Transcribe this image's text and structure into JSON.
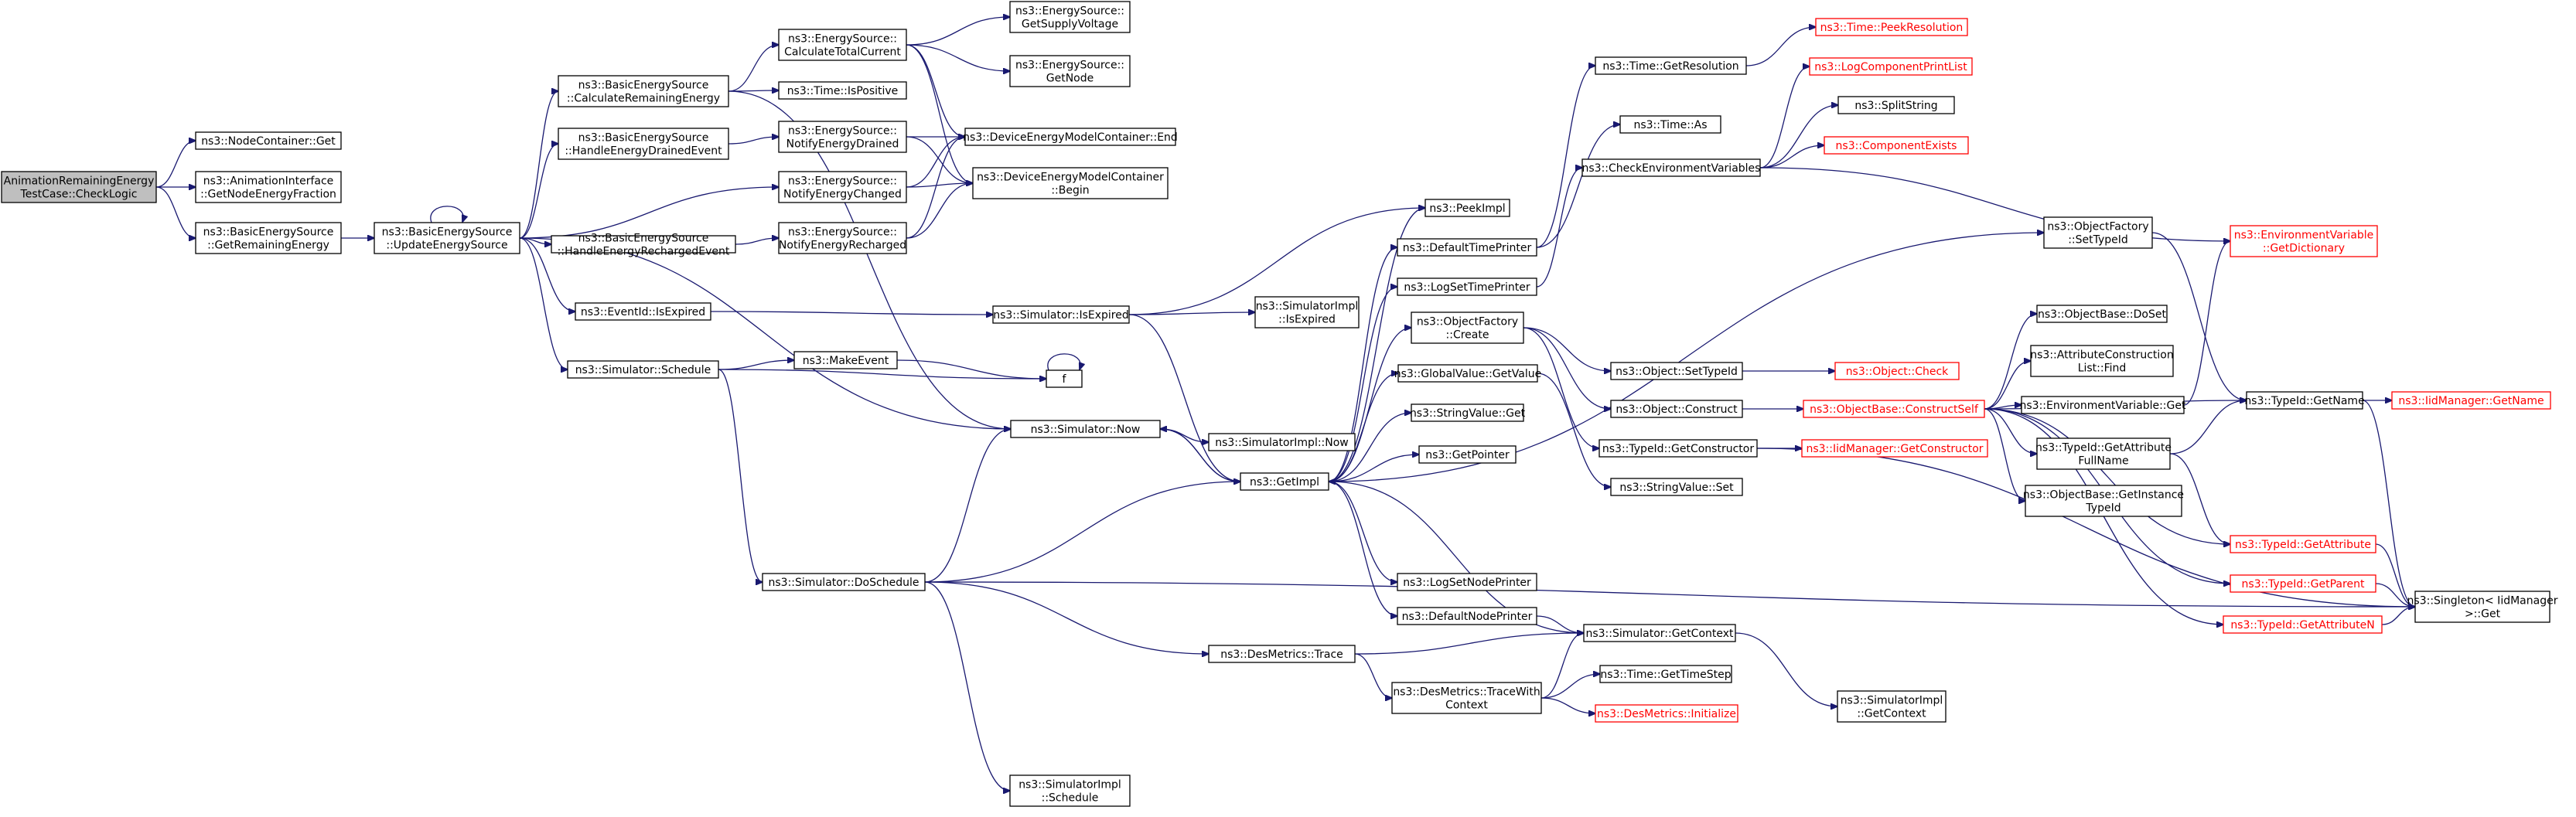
{
  "graph": {
    "root": "AnimationRemainingEnergyTestCase::CheckLogic",
    "nodes": [
      {
        "id": "root",
        "lines": [
          "AnimationRemainingEnergy",
          "TestCase::CheckLogic"
        ],
        "style": "root"
      },
      {
        "id": "nodecontainer_get",
        "lines": [
          "ns3::NodeContainer::Get"
        ],
        "style": "normal"
      },
      {
        "id": "anim_getnodeenergyfraction",
        "lines": [
          "ns3::AnimationInterface",
          "::GetNodeEnergyFraction"
        ],
        "style": "normal"
      },
      {
        "id": "bes_getremainingenergy",
        "lines": [
          "ns3::BasicEnergySource",
          "::GetRemainingEnergy"
        ],
        "style": "normal"
      },
      {
        "id": "bes_updateenergysource",
        "lines": [
          "ns3::BasicEnergySource",
          "::UpdateEnergySource"
        ],
        "style": "normal"
      },
      {
        "id": "bes_calcremaining",
        "lines": [
          "ns3::BasicEnergySource",
          "::CalculateRemainingEnergy"
        ],
        "style": "normal"
      },
      {
        "id": "bes_handledrained",
        "lines": [
          "ns3::BasicEnergySource",
          "::HandleEnergyDrainedEvent"
        ],
        "style": "normal"
      },
      {
        "id": "bes_handlerecharged",
        "lines": [
          "ns3::BasicEnergySource",
          "::HandleEnergyRechargedEvent"
        ],
        "style": "normal"
      },
      {
        "id": "eventid_isexpired",
        "lines": [
          "ns3::EventId::IsExpired"
        ],
        "style": "normal"
      },
      {
        "id": "sim_schedule",
        "lines": [
          "ns3::Simulator::Schedule"
        ],
        "style": "normal"
      },
      {
        "id": "es_calctotalcurrent",
        "lines": [
          "ns3::EnergySource::",
          "CalculateTotalCurrent"
        ],
        "style": "normal"
      },
      {
        "id": "time_ispositive",
        "lines": [
          "ns3::Time::IsPositive"
        ],
        "style": "normal"
      },
      {
        "id": "es_notifydrained",
        "lines": [
          "ns3::EnergySource::",
          "NotifyEnergyDrained"
        ],
        "style": "normal"
      },
      {
        "id": "es_notifychanged",
        "lines": [
          "ns3::EnergySource::",
          "NotifyEnergyChanged"
        ],
        "style": "normal"
      },
      {
        "id": "es_notifyrecharged",
        "lines": [
          "ns3::EnergySource::",
          "NotifyEnergyRecharged"
        ],
        "style": "normal"
      },
      {
        "id": "es_getsupplyvoltage",
        "lines": [
          "ns3::EnergySource::",
          "GetSupplyVoltage"
        ],
        "style": "normal"
      },
      {
        "id": "es_getnode",
        "lines": [
          "ns3::EnergySource::",
          "GetNode"
        ],
        "style": "normal"
      },
      {
        "id": "demc_end",
        "lines": [
          "ns3::DeviceEnergyModelContainer::End"
        ],
        "style": "normal"
      },
      {
        "id": "demc_begin",
        "lines": [
          "ns3::DeviceEnergyModelContainer",
          "::Begin"
        ],
        "style": "normal"
      },
      {
        "id": "make_event",
        "lines": [
          "ns3::MakeEvent"
        ],
        "style": "normal"
      },
      {
        "id": "f",
        "lines": [
          "f"
        ],
        "style": "normal"
      },
      {
        "id": "sim_isexpired",
        "lines": [
          "ns3::Simulator::IsExpired"
        ],
        "style": "normal"
      },
      {
        "id": "simimpl_isexpired",
        "lines": [
          "ns3::SimulatorImpl",
          "::IsExpired"
        ],
        "style": "normal"
      },
      {
        "id": "simimpl_now",
        "lines": [
          "ns3::SimulatorImpl::Now"
        ],
        "style": "normal"
      },
      {
        "id": "sim_now",
        "lines": [
          "ns3::Simulator::Now"
        ],
        "style": "normal"
      },
      {
        "id": "getimpl",
        "lines": [
          "ns3::GetImpl"
        ],
        "style": "normal"
      },
      {
        "id": "sim_doschedule",
        "lines": [
          "ns3::Simulator::DoSchedule"
        ],
        "style": "normal"
      },
      {
        "id": "desmetrics_trace",
        "lines": [
          "ns3::DesMetrics::Trace"
        ],
        "style": "normal"
      },
      {
        "id": "desmetrics_tracewithcontext",
        "lines": [
          "ns3::DesMetrics::TraceWith",
          "Context"
        ],
        "style": "normal"
      },
      {
        "id": "simimpl_schedule",
        "lines": [
          "ns3::SimulatorImpl",
          "::Schedule"
        ],
        "style": "normal"
      },
      {
        "id": "peekimpl",
        "lines": [
          "ns3::PeekImpl"
        ],
        "style": "normal"
      },
      {
        "id": "defaulttimeprinter",
        "lines": [
          "ns3::DefaultTimePrinter"
        ],
        "style": "normal"
      },
      {
        "id": "logsettimeprinter",
        "lines": [
          "ns3::LogSetTimePrinter"
        ],
        "style": "normal"
      },
      {
        "id": "objectfactory_create",
        "lines": [
          "ns3::ObjectFactory",
          "::Create"
        ],
        "style": "normal"
      },
      {
        "id": "globalvalue_getvalue",
        "lines": [
          "ns3::GlobalValue::GetValue"
        ],
        "style": "normal"
      },
      {
        "id": "stringvalue_get",
        "lines": [
          "ns3::StringValue::Get"
        ],
        "style": "normal"
      },
      {
        "id": "getpointer",
        "lines": [
          "ns3::GetPointer"
        ],
        "style": "normal"
      },
      {
        "id": "logsetnodeprinter",
        "lines": [
          "ns3::LogSetNodePrinter"
        ],
        "style": "normal"
      },
      {
        "id": "defaultnodeprinter",
        "lines": [
          "ns3::DefaultNodePrinter"
        ],
        "style": "normal"
      },
      {
        "id": "sim_getcontext",
        "lines": [
          "ns3::Simulator::GetContext"
        ],
        "style": "normal"
      },
      {
        "id": "time_gettimestep",
        "lines": [
          "ns3::Time::GetTimeStep"
        ],
        "style": "normal"
      },
      {
        "id": "desmetrics_initialize",
        "lines": [
          "ns3::DesMetrics::Initialize"
        ],
        "style": "external"
      },
      {
        "id": "simimpl_getcontext",
        "lines": [
          "ns3::SimulatorImpl",
          "::GetContext"
        ],
        "style": "normal"
      },
      {
        "id": "time_getresolution",
        "lines": [
          "ns3::Time::GetResolution"
        ],
        "style": "normal"
      },
      {
        "id": "time_as",
        "lines": [
          "ns3::Time::As"
        ],
        "style": "normal"
      },
      {
        "id": "checkenvvars",
        "lines": [
          "ns3::CheckEnvironmentVariables"
        ],
        "style": "normal"
      },
      {
        "id": "object_settypeid",
        "lines": [
          "ns3::Object::SetTypeId"
        ],
        "style": "normal"
      },
      {
        "id": "object_construct",
        "lines": [
          "ns3::Object::Construct"
        ],
        "style": "normal"
      },
      {
        "id": "typeid_getconstructor",
        "lines": [
          "ns3::TypeId::GetConstructor"
        ],
        "style": "normal"
      },
      {
        "id": "stringvalue_set",
        "lines": [
          "ns3::StringValue::Set"
        ],
        "style": "normal"
      },
      {
        "id": "time_peekresolution",
        "lines": [
          "ns3::Time::PeekResolution"
        ],
        "style": "external"
      },
      {
        "id": "logcomponentprintlist",
        "lines": [
          "ns3::LogComponentPrintList"
        ],
        "style": "external"
      },
      {
        "id": "splitstring",
        "lines": [
          "ns3::SplitString"
        ],
        "style": "normal"
      },
      {
        "id": "componentexists",
        "lines": [
          "ns3::ComponentExists"
        ],
        "style": "external"
      },
      {
        "id": "object_check",
        "lines": [
          "ns3::Object::Check"
        ],
        "style": "external"
      },
      {
        "id": "objectbase_constructself",
        "lines": [
          "ns3::ObjectBase::ConstructSelf"
        ],
        "style": "external"
      },
      {
        "id": "iidmanager_getconstructor",
        "lines": [
          "ns3::IidManager::GetConstructor"
        ],
        "style": "external"
      },
      {
        "id": "objectfactory_settypeid",
        "lines": [
          "ns3::ObjectFactory",
          "::SetTypeId"
        ],
        "style": "normal"
      },
      {
        "id": "objectbase_doset",
        "lines": [
          "ns3::ObjectBase::DoSet"
        ],
        "style": "normal"
      },
      {
        "id": "attrconstructionlist_find",
        "lines": [
          "ns3::AttributeConstruction",
          "List::Find"
        ],
        "style": "normal"
      },
      {
        "id": "envvar_get",
        "lines": [
          "ns3::EnvironmentVariable::Get"
        ],
        "style": "normal"
      },
      {
        "id": "typeid_getattributefullname",
        "lines": [
          "ns3::TypeId::GetAttribute",
          "FullName"
        ],
        "style": "normal"
      },
      {
        "id": "objectbase_getinstancetypeid",
        "lines": [
          "ns3::ObjectBase::GetInstance",
          "TypeId"
        ],
        "style": "normal"
      },
      {
        "id": "typeid_getattribute",
        "lines": [
          "ns3::TypeId::GetAttribute"
        ],
        "style": "external"
      },
      {
        "id": "typeid_getparent",
        "lines": [
          "ns3::TypeId::GetParent"
        ],
        "style": "external"
      },
      {
        "id": "typeid_getattributen",
        "lines": [
          "ns3::TypeId::GetAttributeN"
        ],
        "style": "external"
      },
      {
        "id": "envvar_getdictionary",
        "lines": [
          "ns3::EnvironmentVariable",
          "::GetDictionary"
        ],
        "style": "external"
      },
      {
        "id": "typeid_getname",
        "lines": [
          "ns3::TypeId::GetName"
        ],
        "style": "normal"
      },
      {
        "id": "iidmanager_getname",
        "lines": [
          "ns3::IidManager::GetName"
        ],
        "style": "external"
      },
      {
        "id": "singleton_get",
        "lines": [
          "ns3::Singleton< IidManager",
          " >::Get"
        ],
        "style": "normal"
      }
    ],
    "edges": [
      [
        "root",
        "nodecontainer_get"
      ],
      [
        "root",
        "anim_getnodeenergyfraction"
      ],
      [
        "root",
        "bes_getremainingenergy"
      ],
      [
        "bes_getremainingenergy",
        "bes_updateenergysource"
      ],
      [
        "bes_updateenergysource",
        "bes_updateenergysource"
      ],
      [
        "bes_updateenergysource",
        "bes_calcremaining"
      ],
      [
        "bes_updateenergysource",
        "bes_handledrained"
      ],
      [
        "bes_updateenergysource",
        "es_notifychanged"
      ],
      [
        "bes_updateenergysource",
        "bes_handlerecharged"
      ],
      [
        "bes_updateenergysource",
        "eventid_isexpired"
      ],
      [
        "bes_updateenergysource",
        "sim_schedule"
      ],
      [
        "bes_updateenergysource",
        "sim_now"
      ],
      [
        "bes_calcremaining",
        "es_calctotalcurrent"
      ],
      [
        "bes_calcremaining",
        "time_ispositive"
      ],
      [
        "bes_calcremaining",
        "sim_now"
      ],
      [
        "bes_handledrained",
        "es_notifydrained"
      ],
      [
        "bes_handlerecharged",
        "es_notifyrecharged"
      ],
      [
        "es_calctotalcurrent",
        "es_getsupplyvoltage"
      ],
      [
        "es_calctotalcurrent",
        "es_getnode"
      ],
      [
        "es_calctotalcurrent",
        "demc_end"
      ],
      [
        "es_calctotalcurrent",
        "demc_begin"
      ],
      [
        "es_notifydrained",
        "demc_end"
      ],
      [
        "es_notifydrained",
        "demc_begin"
      ],
      [
        "es_notifychanged",
        "demc_end"
      ],
      [
        "es_notifychanged",
        "demc_begin"
      ],
      [
        "es_notifyrecharged",
        "demc_end"
      ],
      [
        "es_notifyrecharged",
        "demc_begin"
      ],
      [
        "eventid_isexpired",
        "sim_isexpired"
      ],
      [
        "sim_schedule",
        "make_event"
      ],
      [
        "sim_schedule",
        "f"
      ],
      [
        "sim_schedule",
        "sim_doschedule"
      ],
      [
        "make_event",
        "f"
      ],
      [
        "f",
        "f"
      ],
      [
        "sim_isexpired",
        "simimpl_isexpired"
      ],
      [
        "sim_isexpired",
        "peekimpl"
      ],
      [
        "sim_isexpired",
        "getimpl"
      ],
      [
        "sim_now",
        "simimpl_now"
      ],
      [
        "sim_now",
        "getimpl"
      ],
      [
        "sim_doschedule",
        "sim_now"
      ],
      [
        "sim_doschedule",
        "getimpl"
      ],
      [
        "sim_doschedule",
        "desmetrics_trace"
      ],
      [
        "sim_doschedule",
        "simimpl_schedule"
      ],
      [
        "sim_doschedule",
        "singleton_get"
      ],
      [
        "getimpl",
        "sim_now"
      ],
      [
        "getimpl",
        "peekimpl"
      ],
      [
        "getimpl",
        "defaulttimeprinter"
      ],
      [
        "getimpl",
        "logsettimeprinter"
      ],
      [
        "getimpl",
        "objectfactory_create"
      ],
      [
        "getimpl",
        "globalvalue_getvalue"
      ],
      [
        "getimpl",
        "stringvalue_get"
      ],
      [
        "getimpl",
        "getpointer"
      ],
      [
        "getimpl",
        "logsetnodeprinter"
      ],
      [
        "getimpl",
        "defaultnodeprinter"
      ],
      [
        "getimpl",
        "objectfactory_settypeid"
      ],
      [
        "sim_getcontext",
        "getimpl"
      ],
      [
        "desmetrics_trace",
        "sim_getcontext"
      ],
      [
        "desmetrics_trace",
        "desmetrics_tracewithcontext"
      ],
      [
        "desmetrics_tracewithcontext",
        "sim_getcontext"
      ],
      [
        "desmetrics_tracewithcontext",
        "time_gettimestep"
      ],
      [
        "desmetrics_tracewithcontext",
        "desmetrics_initialize"
      ],
      [
        "defaultnodeprinter",
        "sim_getcontext"
      ],
      [
        "sim_getcontext",
        "simimpl_getcontext"
      ],
      [
        "defaulttimeprinter",
        "time_getresolution"
      ],
      [
        "defaulttimeprinter",
        "time_as"
      ],
      [
        "logsettimeprinter",
        "checkenvvars"
      ],
      [
        "time_getresolution",
        "time_peekresolution"
      ],
      [
        "checkenvvars",
        "logcomponentprintlist"
      ],
      [
        "checkenvvars",
        "splitstring"
      ],
      [
        "checkenvvars",
        "componentexists"
      ],
      [
        "checkenvvars",
        "envvar_getdictionary"
      ],
      [
        "objectfactory_create",
        "object_settypeid"
      ],
      [
        "objectfactory_create",
        "object_construct"
      ],
      [
        "objectfactory_create",
        "typeid_getconstructor"
      ],
      [
        "object_settypeid",
        "object_check"
      ],
      [
        "object_construct",
        "objectbase_constructself"
      ],
      [
        "globalvalue_getvalue",
        "stringvalue_set"
      ],
      [
        "typeid_getconstructor",
        "iidmanager_getconstructor"
      ],
      [
        "typeid_getconstructor",
        "singleton_get"
      ],
      [
        "objectbase_constructself",
        "objectbase_doset"
      ],
      [
        "objectbase_constructself",
        "attrconstructionlist_find"
      ],
      [
        "objectbase_constructself",
        "envvar_get"
      ],
      [
        "objectbase_constructself",
        "typeid_getattributefullname"
      ],
      [
        "objectbase_constructself",
        "objectbase_getinstancetypeid"
      ],
      [
        "objectbase_constructself",
        "typeid_getattribute"
      ],
      [
        "objectbase_constructself",
        "typeid_getparent"
      ],
      [
        "objectbase_constructself",
        "typeid_getattributen"
      ],
      [
        "objectbase_constructself",
        "typeid_getname"
      ],
      [
        "objectfactory_settypeid",
        "typeid_getname"
      ],
      [
        "envvar_get",
        "envvar_getdictionary"
      ],
      [
        "typeid_getattributefullname",
        "typeid_getname"
      ],
      [
        "typeid_getattributefullname",
        "typeid_getattribute"
      ],
      [
        "typeid_getattribute",
        "singleton_get"
      ],
      [
        "typeid_getparent",
        "singleton_get"
      ],
      [
        "typeid_getattributen",
        "singleton_get"
      ],
      [
        "typeid_getname",
        "iidmanager_getname"
      ],
      [
        "typeid_getname",
        "singleton_get"
      ]
    ]
  }
}
